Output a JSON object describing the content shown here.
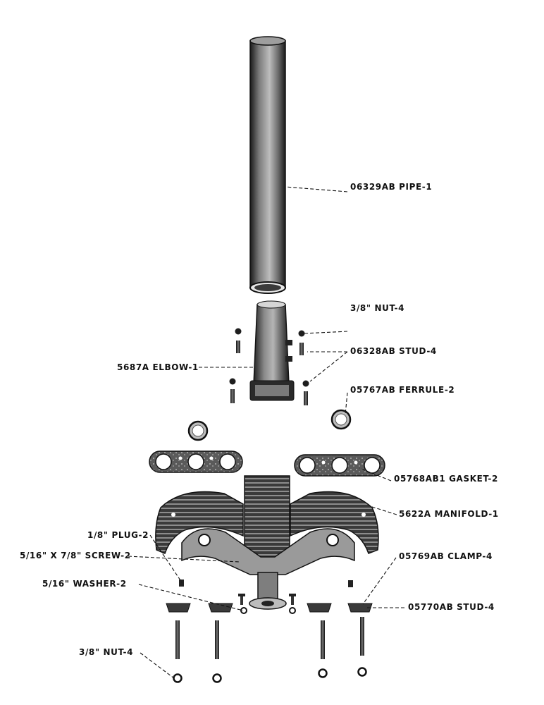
{
  "callouts": {
    "pipe": "06329AB PIPE-1",
    "nut_top": "3/8\" NUT-4",
    "stud_top": "06328AB STUD-4",
    "elbow": "5687A ELBOW-1",
    "ferrule": "05767AB FERRULE-2",
    "gasket": "05768AB1 GASKET-2",
    "manifold": "5622A MANIFOLD-1",
    "plug": "1/8\" PLUG-2",
    "screw": "5/16\" X 7/8\" SCREW-2",
    "clamp": "05769AB CLAMP-4",
    "washer": "5/16\" WASHER-2",
    "stud_bottom": "05770AB STUD-4",
    "nut_bottom": "3/8\" NUT-4"
  },
  "colors": {
    "ink": "#111111",
    "part_dark": "#1e1e1e",
    "part_mid": "#6e6e6e",
    "part_light": "#c9c9c9",
    "paper": "#ffffff"
  }
}
